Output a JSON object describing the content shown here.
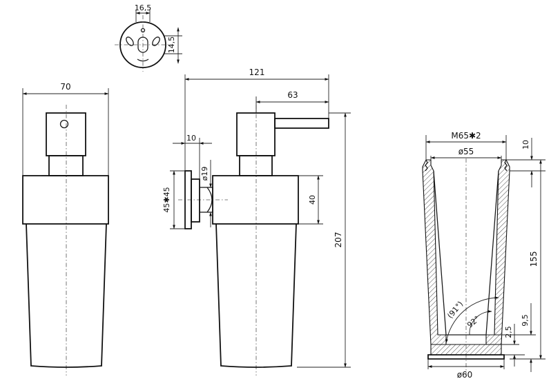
{
  "dimensions": {
    "top_width": "16,5",
    "top_height": "14,5",
    "front_width": "70",
    "side_total_width": "121",
    "side_spout": "63",
    "side_offset": "10",
    "side_pipe_dia": "ø19",
    "side_plate": "45✱45",
    "side_collar": "40",
    "side_total_height": "207",
    "sec_thread": "M65✱2",
    "sec_inner_dia": "ø55",
    "sec_top": "10",
    "sec_height": "155",
    "sec_bottom_dia": "ø60",
    "sec_wall": "2,5",
    "sec_base": "9,5",
    "sec_angle_outer": "(91°)",
    "sec_angle_inner": "92°"
  },
  "colors": {
    "line": "#1a1a1a",
    "background": "#ffffff"
  }
}
